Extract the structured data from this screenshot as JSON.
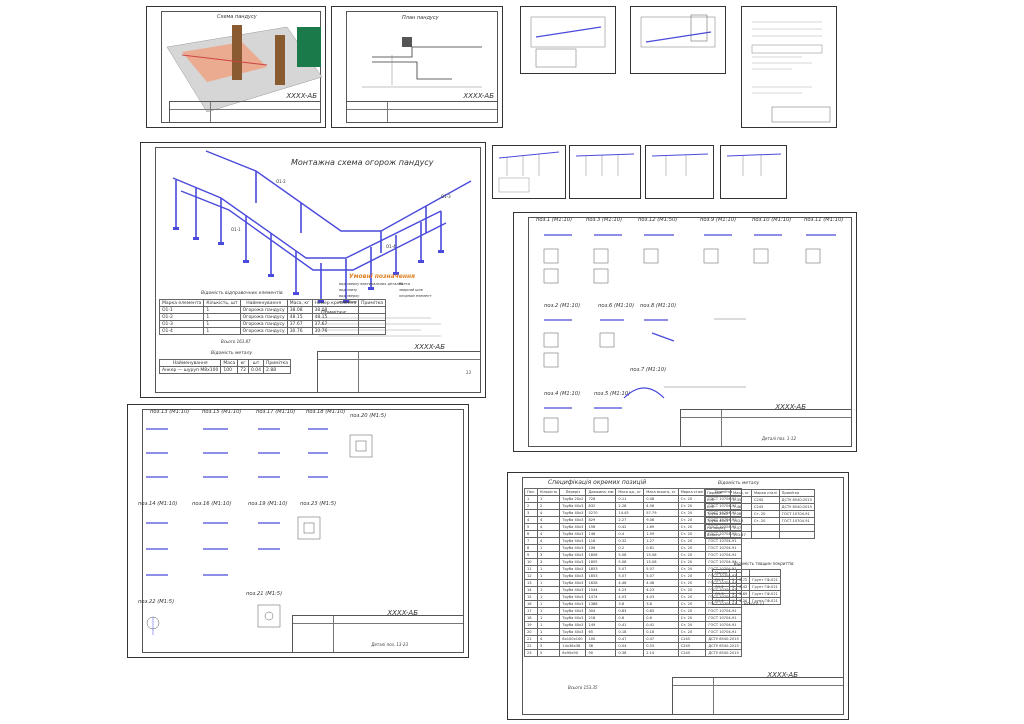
{
  "sheets": {
    "render": {
      "title": "Схема пандусу",
      "code": "XXXX-AБ"
    },
    "plan": {
      "title": "План пандусу",
      "code": "XXXX-AБ"
    },
    "montage": {
      "title": "Монтажна схема огорож пандусу",
      "code": "XXXX-AБ",
      "legend_title": "Умовні позначення",
      "legend_items": [
        "вид зверху вертикальних деталей",
        "вид знизу",
        "вид зверху",
        "вид збоку",
        "болти",
        "зварний шов",
        "опорний елемент"
      ],
      "notes_title": "Примітки:",
      "table1_title": "Відомість відправочних елементів",
      "table1_headers": [
        "Марка елемента",
        "Кількість, шт",
        "Найменування",
        "Маса, кг",
        "Номер креслення",
        "Примітка"
      ],
      "table1_rows": [
        [
          "О1-1",
          "1",
          "Огорожа пандусу",
          "38.08",
          "38.08",
          ""
        ],
        [
          "О1-2",
          "1",
          "Огорожа пандусу",
          "48.15",
          "48.15",
          ""
        ],
        [
          "О1-3",
          "1",
          "Огорожа пандусу",
          "37.67",
          "37.67",
          ""
        ],
        [
          "О1-4",
          "1",
          "Огорожа пандусу",
          "30.76",
          "30.76",
          ""
        ]
      ],
      "table1_total": "Всього 163.87",
      "table2_title": "Відомість металу",
      "table2_headers": [
        "Найменування",
        "Маса",
        "кг",
        "шт",
        "Примітка"
      ],
      "table2_rows": [
        [
          "Анкер — шуруп М8х100",
          "100",
          "72",
          "0.04",
          "2.88"
        ]
      ],
      "sheet_no": "13"
    },
    "details_a": {
      "labels": [
        "поз.1 (М1:10)",
        "поз.3 (М1:10)",
        "поз.12 (М1:50)",
        "поз.9 (М1:10)",
        "поз.10 (М1:10)",
        "поз.11 (М1:10)",
        "поз.2 (М1:10)",
        "поз.6 (М1:10)",
        "поз.8 (М1:10)",
        "поз.7 (М1:10)",
        "поз.4 (М1:10)",
        "поз.5 (М1:10)"
      ],
      "code": "XXXX-AБ",
      "sheet_title": "Деталі поз. 1-12"
    },
    "details_b": {
      "labels": [
        "поз.13 (М1:10)",
        "поз.15 (М1:10)",
        "поз.17 (М1:10)",
        "поз.18 (М1:10)",
        "поз.20 (М1:5)",
        "поз.14 (М1:10)",
        "поз.16 (М1:10)",
        "поз.19 (М1:10)",
        "поз.23 (М1:5)",
        "поз.21 (М1:5)",
        "поз.22 (М1:5)"
      ],
      "code": "XXXX-AБ",
      "sheet_title": "Деталі поз. 13-23"
    },
    "spec": {
      "title": "Специфікація окремих позицій",
      "headers": [
        "Поз.",
        "Кількість",
        "Переріз",
        "Довжина, мм",
        "Маса од., кг",
        "Маса всього, кг",
        "Марка сталі",
        "Примітка"
      ],
      "rows": [
        [
          "1",
          "1",
          "Труба 20х2",
          "728",
          "0.11",
          "0.08",
          "Ст. 20",
          "ГОСТ 10704-91"
        ],
        [
          "2",
          "2",
          "Труба 40х3",
          "832",
          "2.28",
          "4.56",
          "Ст. 20",
          "ГОСТ 10704-91"
        ],
        [
          "3",
          "4",
          "Труба 40х3",
          "5270",
          "14.45",
          "57.79",
          "Ст. 20",
          "ГОСТ 10704-91"
        ],
        [
          "4",
          "4",
          "Труба 40х3",
          "829",
          "2.27",
          "9.08",
          "Ст. 20",
          "ГОСТ 10704-91"
        ],
        [
          "5",
          "4",
          "Труба 40х3",
          "156",
          "0.42",
          "1.69",
          "Ст. 20",
          "ГОСТ 10704-91"
        ],
        [
          "6",
          "4",
          "Труба 40х3",
          "146",
          "0.4",
          "1.59",
          "Ст. 20",
          "ГОСТ 10704-91"
        ],
        [
          "7",
          "4",
          "Труба 40х3",
          "116",
          "0.32",
          "1.27",
          "Ст. 20",
          "ГОСТ 10704-91"
        ],
        [
          "8",
          "1",
          "Труба 40х3",
          "106",
          "0.2",
          "0.81",
          "Ст. 20",
          "ГОСТ 10704-91"
        ],
        [
          "9",
          "3",
          "Труба 40х3",
          "1856",
          "5.08",
          "15.08",
          "Ст. 20",
          "ГОСТ 10704-91"
        ],
        [
          "10",
          "3",
          "Труба 40х3",
          "1855",
          "5.08",
          "15.08",
          "Ст. 20",
          "ГОСТ 10704-91"
        ],
        [
          "11",
          "1",
          "Труба 40х3",
          "1853",
          "5.07",
          "5.07",
          "Ст. 20",
          "ГОСТ 10704-91"
        ],
        [
          "12",
          "1",
          "Труба 40х3",
          "1853",
          "5.07",
          "5.07",
          "Ст. 20",
          "ГОСТ 10704-91"
        ],
        [
          "13",
          "1",
          "Труба 40х3",
          "1628",
          "4.46",
          "4.46",
          "Ст. 20",
          "ГОСТ 10704-91"
        ],
        [
          "14",
          "1",
          "Труба 40х3",
          "1544",
          "4.23",
          "4.23",
          "Ст. 20",
          "ГОСТ 10704-91"
        ],
        [
          "15",
          "1",
          "Труба 40х3",
          "1474",
          "4.03",
          "4.03",
          "Ст. 20",
          "ГОСТ 10704-91"
        ],
        [
          "16",
          "1",
          "Труба 40х3",
          "1388",
          "3.8",
          "3.8",
          "Ст. 20",
          "ГОСТ 10704-91"
        ],
        [
          "17",
          "1",
          "Труба 40х3",
          "304",
          "0.83",
          "0.83",
          "Ст. 20",
          "ГОСТ 10704-91"
        ],
        [
          "18",
          "1",
          "Труба 40х3",
          "218",
          "0.6",
          "0.6",
          "Ст. 20",
          "ГОСТ 10704-91"
        ],
        [
          "19",
          "1",
          "Труба 40х3",
          "149",
          "0.41",
          "0.41",
          "Ст. 20",
          "ГОСТ 10704-91"
        ],
        [
          "20",
          "1",
          "Труба 40х3",
          "65",
          "0.18",
          "0.18",
          "Ст. 20",
          "ГОСТ 10704-91"
        ],
        [
          "21",
          "4",
          "6х100х100",
          "100",
          "0.47",
          "0.47",
          "С245",
          "ДСТУ 8540-2015"
        ],
        [
          "22",
          "5",
          "14х36х36",
          "36",
          "0.04",
          "0.53",
          "С245",
          "ДСТУ 8540-2015"
        ],
        [
          "23",
          "5",
          "6х90х90",
          "90",
          "0.38",
          "2.14",
          "С245",
          "ДСТУ 8540-2015"
        ]
      ],
      "total": "Всього 153.35",
      "code": "XXXX-AБ",
      "side_title": "Відомість металу",
      "side_rows": [
        [
          "Переріз",
          "Маса, кг",
          "Марка сталі",
          "Примітка"
        ],
        [
          "t=6",
          "0.35",
          "С245",
          "ДСТУ 8540:2015"
        ],
        [
          "t=6",
          "7.46",
          "С245",
          "ДСТУ 8540:2015"
        ],
        [
          "Труба 20х2",
          "2.08",
          "Ст. 20",
          "ГОСТ 10704-91"
        ],
        [
          "Труба 40х3",
          "143.5",
          "Ст. 20",
          "ГОСТ 10704-91"
        ],
        [
          "На зварку",
          "3.47",
          "",
          ""
        ],
        [
          "Всього",
          "153.87",
          "",
          ""
        ]
      ],
      "side2_title": "Відомість товщин покриттів",
      "side2_rows": [
        [
          "Марка",
          "",
          "",
          ""
        ],
        [
          "О1-1",
          "1",
          "2.72",
          "Грунт ГФ-021"
        ],
        [
          "О1-2",
          "1",
          "3.42",
          "Грунт ГФ-021"
        ],
        [
          "О1-3",
          "1",
          "2.69",
          "Грунт ГФ-021"
        ],
        [
          "О1-4",
          "1",
          "2.20",
          "Грунт ГФ-021"
        ]
      ],
      "side2_total": "Всього 11"
    }
  },
  "colors": {
    "accent": "#4a4adc",
    "highlight": "#e08020",
    "line": "#333333"
  }
}
